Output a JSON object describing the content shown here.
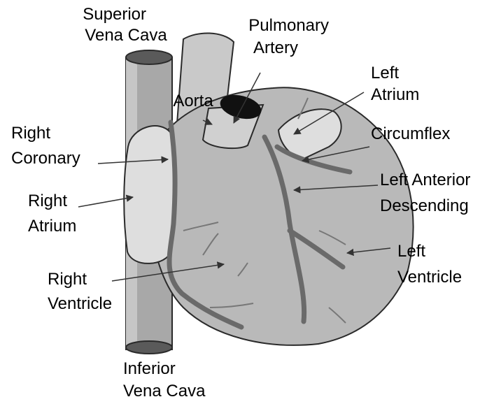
{
  "labels": {
    "superior_vena_cava": [
      "Superior",
      "Vena Cava"
    ],
    "pulmonary_artery": [
      "Pulmonary",
      "Artery"
    ],
    "aorta": "Aorta",
    "left_atrium": [
      "Left",
      "Atrium"
    ],
    "right_coronary": [
      "Right",
      "Coronary"
    ],
    "circumflex": "Circumflex",
    "left_anterior_descending": [
      "Left Anterior",
      "Descending"
    ],
    "right_atrium": [
      "Right",
      "Atrium"
    ],
    "left_ventricle": [
      "Left",
      "Ventricle"
    ],
    "right_ventricle": [
      "Right",
      "Ventricle"
    ],
    "inferior_vena_cava": [
      "Inferior",
      "Vena Cava"
    ]
  },
  "colors": {
    "heart_fill": "#b9b9b9",
    "vessel_fill": "#aaaaaa",
    "light_chamber": "#dedede",
    "artery_stroke": "#6a6a6a",
    "outline": "#2a2a2a",
    "lumen": "#111111"
  }
}
